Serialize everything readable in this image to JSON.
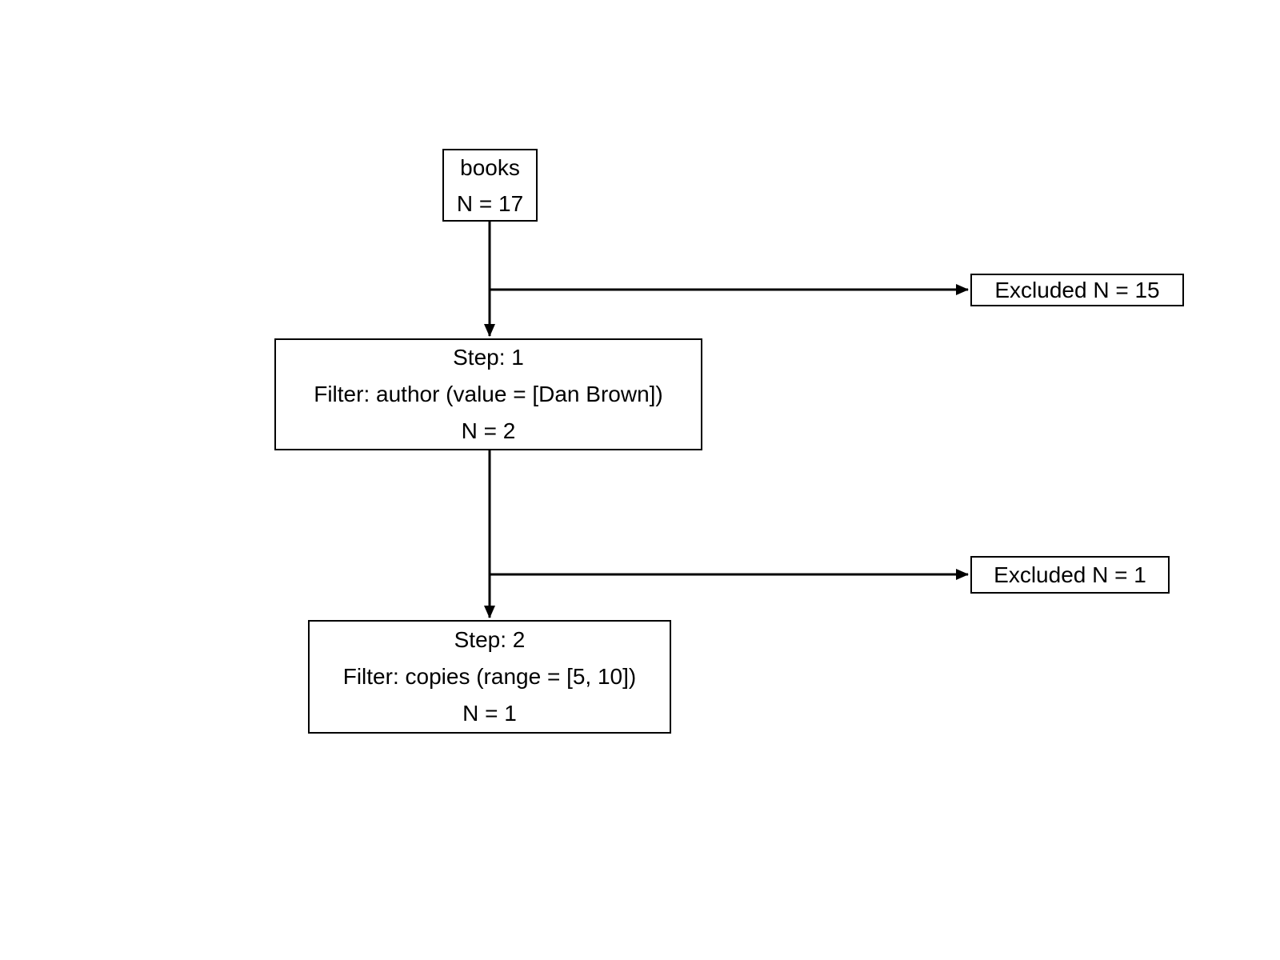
{
  "diagram": {
    "source_box": {
      "label": "books",
      "count": "N = 17"
    },
    "steps": [
      {
        "title": "Step: 1",
        "filter": "Filter: author (value = [Dan Brown])",
        "count": "N = 2",
        "excluded_label": "Excluded N = 15"
      },
      {
        "title": "Step: 2",
        "filter": "Filter: copies (range = [5, 10])",
        "count": "N = 1",
        "excluded_label": "Excluded N = 1"
      }
    ],
    "colors": {
      "line": "#000000",
      "text": "#000000",
      "box_border": "#000000",
      "background": "#ffffff"
    }
  }
}
